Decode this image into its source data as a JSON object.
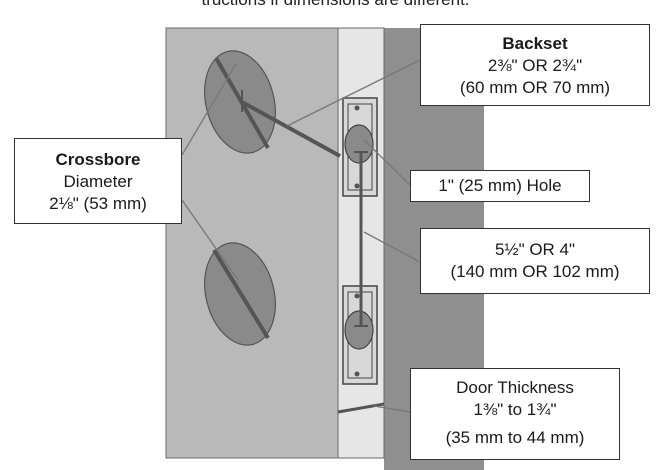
{
  "top_text": "tructions if dimensions are different.",
  "labels": {
    "backset": {
      "title": "Backset",
      "line1": "2⅜\" OR 2¾\"",
      "line2": "(60 mm OR 70 mm)"
    },
    "crossbore": {
      "title": "Crossbore",
      "line1": "Diameter",
      "line2": "2⅛\" (53 mm)"
    },
    "hole": {
      "line1": "1\" (25 mm) Hole"
    },
    "spacing": {
      "line1": "5½\" OR 4\"",
      "line2": "(140 mm OR 102 mm)"
    },
    "thickness": {
      "line1": "Door Thickness",
      "line2": "1⅜\" to 1¾\"",
      "line3": "(35 mm to 44 mm)"
    }
  },
  "colors": {
    "door_face": "#b9b9b9",
    "door_edge": "#e6e6e6",
    "frame": "#8f8f8f",
    "bore": "#8a8a8a",
    "line": "#666666"
  }
}
